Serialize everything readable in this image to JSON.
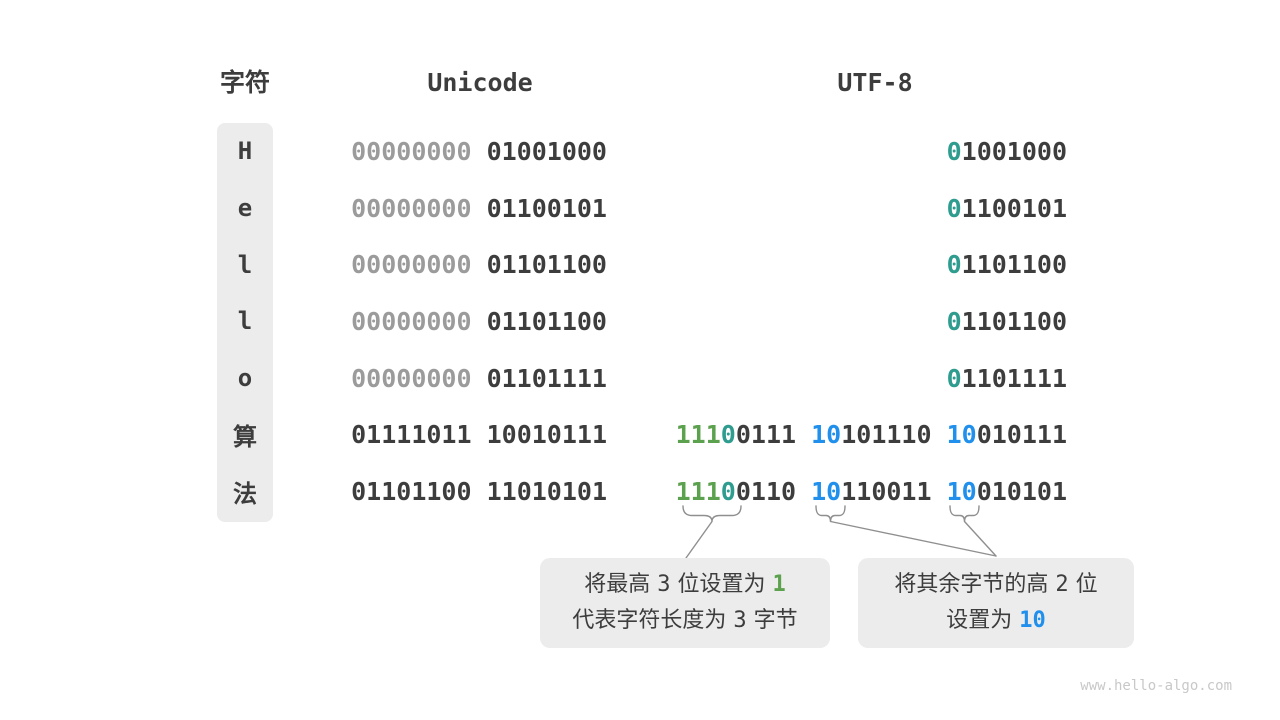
{
  "header": {
    "char_label": "字符",
    "unicode_label": "Unicode",
    "utf8_label": "UTF-8"
  },
  "rows": [
    {
      "char": "H",
      "unicode": [
        {
          "t": "00000000 ",
          "c": "gray"
        },
        {
          "t": "01001000",
          "c": "dark"
        }
      ],
      "utf8": [
        {
          "t": "0",
          "c": "teal"
        },
        {
          "t": "1001000",
          "c": "dark"
        }
      ]
    },
    {
      "char": "e",
      "unicode": [
        {
          "t": "00000000 ",
          "c": "gray"
        },
        {
          "t": "01100101",
          "c": "dark"
        }
      ],
      "utf8": [
        {
          "t": "0",
          "c": "teal"
        },
        {
          "t": "1100101",
          "c": "dark"
        }
      ]
    },
    {
      "char": "l",
      "unicode": [
        {
          "t": "00000000 ",
          "c": "gray"
        },
        {
          "t": "01101100",
          "c": "dark"
        }
      ],
      "utf8": [
        {
          "t": "0",
          "c": "teal"
        },
        {
          "t": "1101100",
          "c": "dark"
        }
      ]
    },
    {
      "char": "l",
      "unicode": [
        {
          "t": "00000000 ",
          "c": "gray"
        },
        {
          "t": "01101100",
          "c": "dark"
        }
      ],
      "utf8": [
        {
          "t": "0",
          "c": "teal"
        },
        {
          "t": "1101100",
          "c": "dark"
        }
      ]
    },
    {
      "char": "o",
      "unicode": [
        {
          "t": "00000000 ",
          "c": "gray"
        },
        {
          "t": "01101111",
          "c": "dark"
        }
      ],
      "utf8": [
        {
          "t": "0",
          "c": "teal"
        },
        {
          "t": "1101111",
          "c": "dark"
        }
      ]
    },
    {
      "char": "算",
      "unicode": [
        {
          "t": "01111011 10010111",
          "c": "dark"
        }
      ],
      "utf8": [
        {
          "t": "111",
          "c": "green"
        },
        {
          "t": "0",
          "c": "teal"
        },
        {
          "t": "0111 ",
          "c": "dark"
        },
        {
          "t": "10",
          "c": "blue"
        },
        {
          "t": "101110 ",
          "c": "dark"
        },
        {
          "t": "10",
          "c": "blue"
        },
        {
          "t": "010111",
          "c": "dark"
        }
      ]
    },
    {
      "char": "法",
      "unicode": [
        {
          "t": "01101100 11010101",
          "c": "dark"
        }
      ],
      "utf8": [
        {
          "t": "111",
          "c": "green"
        },
        {
          "t": "0",
          "c": "teal"
        },
        {
          "t": "0110 ",
          "c": "dark"
        },
        {
          "t": "10",
          "c": "blue"
        },
        {
          "t": "110011 ",
          "c": "dark"
        },
        {
          "t": "10",
          "c": "blue"
        },
        {
          "t": "010101",
          "c": "dark"
        }
      ]
    }
  ],
  "callouts": {
    "left": {
      "lines": [
        [
          {
            "t": "将最高 ",
            "c": "dark"
          },
          {
            "t": "3",
            "c": "dark",
            "m": true
          },
          {
            "t": " 位设置为 ",
            "c": "dark"
          },
          {
            "t": "1",
            "c": "green",
            "m": true,
            "b": true
          }
        ],
        [
          {
            "t": "代表字符长度为 ",
            "c": "dark"
          },
          {
            "t": "3",
            "c": "dark",
            "m": true
          },
          {
            "t": " 字节",
            "c": "dark"
          }
        ]
      ]
    },
    "right": {
      "lines": [
        [
          {
            "t": "将其余字节的高 ",
            "c": "dark"
          },
          {
            "t": "2",
            "c": "dark",
            "m": true
          },
          {
            "t": " 位",
            "c": "dark"
          }
        ],
        [
          {
            "t": "设置为 ",
            "c": "dark"
          },
          {
            "t": "10",
            "c": "blue",
            "m": true,
            "b": true
          }
        ]
      ]
    }
  },
  "colors": {
    "dark": "#3d3d3d",
    "gray": "#9b9b9b",
    "teal": "#2e9c8e",
    "green": "#5ca14e",
    "blue": "#2090ec",
    "box_bg": "#ececec",
    "connector": "#8f8f8f",
    "watermark_text": "#c8c8c8"
  },
  "watermark": "www.hello-algo.com"
}
